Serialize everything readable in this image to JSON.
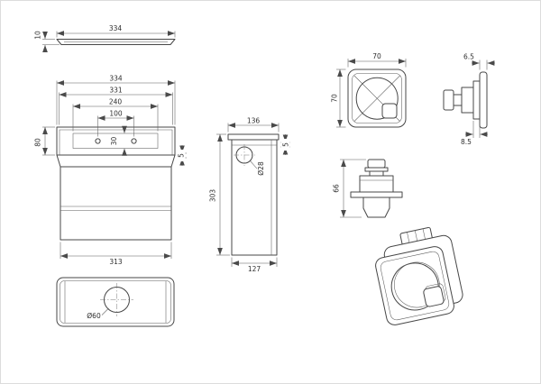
{
  "colors": {
    "background": "#ffffff",
    "line": "#474747",
    "dimension_line": "#5c5c5c",
    "text": "#2e2e2e",
    "border": "#dcdcdc"
  },
  "views": {
    "lid_top": {
      "dims": {
        "width": "334",
        "thickness": "10"
      }
    },
    "front": {
      "dims": {
        "overall_width": "334",
        "inner_width": "331",
        "recess_width": "240",
        "hole_spacing": "100",
        "recess_height": "30",
        "frame_height": "80",
        "edge_offset": "5",
        "tank_width": "313"
      }
    },
    "tank_plan": {
      "dims": {
        "hole_diameter": "Ø60"
      }
    },
    "side": {
      "dims": {
        "top_depth": "136",
        "height": "303",
        "bottom_depth": "127",
        "inlet_diameter": "Ø28",
        "lip_offset": "5"
      }
    },
    "button_front": {
      "dims": {
        "width": "70",
        "height": "70"
      }
    },
    "button_side": {
      "dims": {
        "plate_thickness": "6.5",
        "boss_depth": "8.5"
      }
    },
    "valve_side": {
      "dims": {
        "height": "66"
      }
    }
  }
}
